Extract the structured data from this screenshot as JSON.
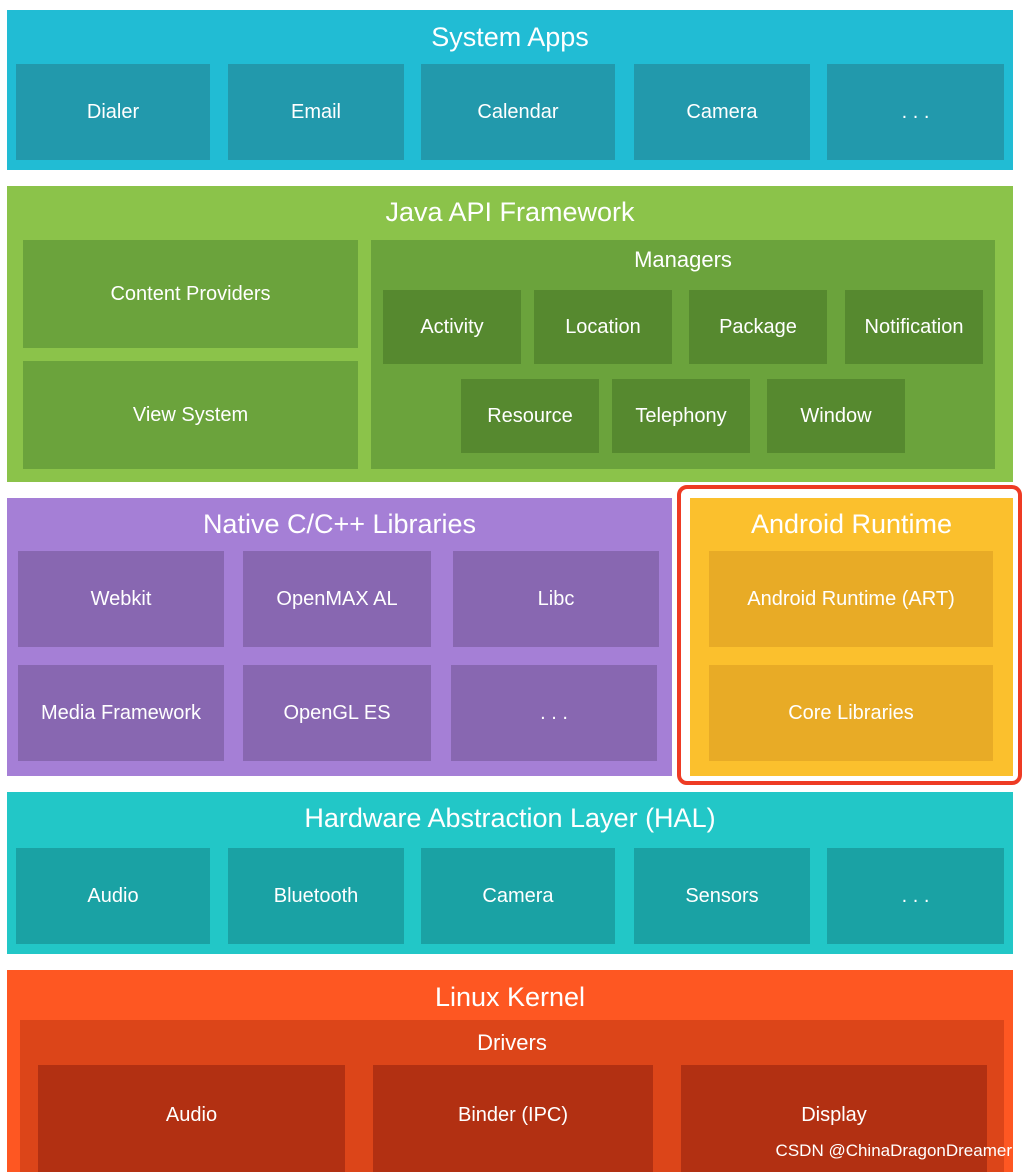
{
  "system_apps": {
    "title": "System Apps",
    "items": [
      "Dialer",
      "Email",
      "Calendar",
      "Camera",
      ". . ."
    ]
  },
  "java_api": {
    "title": "Java API Framework",
    "left": [
      "Content Providers",
      "View System"
    ],
    "managers": {
      "title": "Managers",
      "row1": [
        "Activity",
        "Location",
        "Package",
        "Notification"
      ],
      "row2": [
        "Resource",
        "Telephony",
        "Window"
      ]
    }
  },
  "native_libs": {
    "title": "Native C/C++ Libraries",
    "row1": [
      "Webkit",
      "OpenMAX AL",
      "Libc"
    ],
    "row2": [
      "Media Framework",
      "OpenGL ES",
      ". . ."
    ]
  },
  "android_runtime": {
    "title": "Android Runtime",
    "items": [
      "Android Runtime (ART)",
      "Core Libraries"
    ],
    "highlight_color": "#ee3b24"
  },
  "hal": {
    "title": "Hardware Abstraction Layer (HAL)",
    "items": [
      "Audio",
      "Bluetooth",
      "Camera",
      "Sensors",
      ". . ."
    ]
  },
  "linux_kernel": {
    "title": "Linux Kernel",
    "drivers": {
      "title": "Drivers",
      "items": [
        "Audio",
        "Binder (IPC)",
        "Display"
      ]
    }
  },
  "watermark": "CSDN @ChinaDragonDreamer",
  "colors": {
    "system_apps": "#21bcd4",
    "java_api": "#8bc34a",
    "native_libs": "#a57fd6",
    "android_runtime": "#fbc02d",
    "hal": "#22c7c7",
    "linux_kernel": "#fe5722"
  }
}
